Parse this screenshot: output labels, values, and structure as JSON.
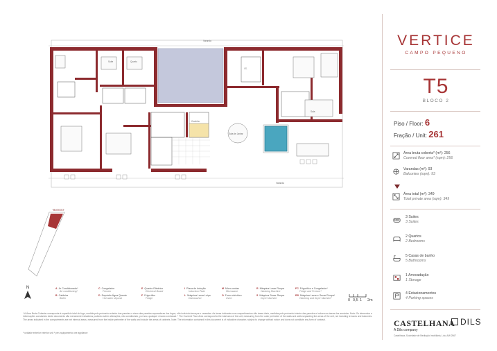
{
  "brand": {
    "name": "VERTICE",
    "subtitle": "CAMPO PEQUENO"
  },
  "typology": {
    "type": "T5",
    "block": "BLOCO 2"
  },
  "unit": {
    "floor_label": "Piso / Floor:",
    "floor": "6",
    "unit_label": "Fração / Unit:",
    "unit": "261"
  },
  "areas": [
    {
      "icon": "covered-area-icon",
      "line1": "Área bruta coberta* (m²): 256",
      "line2": "Covered floor area* (sqm): 256"
    },
    {
      "icon": "balcony-icon",
      "line1": "Varandas (m²): 93",
      "line2": "Balconies (sqm): 93"
    },
    {
      "icon": "total-area-icon",
      "line1": "Área total (m²): 349",
      "line2": "Total private area (sqm): 349"
    }
  ],
  "features": [
    {
      "icon": "suite-bed-icon",
      "line1": "3 Suites",
      "line2": "3 Suites"
    },
    {
      "icon": "bedroom-icon",
      "line1": "2 Quartos",
      "line2": "2 Bedrooms"
    },
    {
      "icon": "bathroom-icon",
      "line1": "5 Casas de banho",
      "line2": "5 Bathrooms"
    },
    {
      "icon": "storage-icon",
      "line1": "1 Arrecadação",
      "line2": "1 Storage"
    },
    {
      "icon": "parking-icon",
      "line1": "4 Estacionamentos",
      "line2": "4 Parking spaces"
    }
  ],
  "developer": {
    "name": "CASTELHANA",
    "tagline": "A Dils company",
    "partner": "DILS",
    "small": "Castelhana, Sociedade de Mediação Imobiliária, Lda. AMI 2567"
  },
  "keyplan": {
    "label": "BLOCO 2"
  },
  "plan_labels": {
    "terrace_top": "Varanda",
    "terrace_bottom": "Varanda",
    "bedroom": "Quarto",
    "suite": "Suite",
    "living": "Sala",
    "dining": "Sala de Jantar",
    "kitchen": "Cozinha",
    "bathroom": "I.S."
  },
  "legend": [
    {
      "code": "A",
      "pt": "Ar Condicionado*",
      "en": "Air conditioning*"
    },
    {
      "code": "B",
      "pt": "Caldeira",
      "en": "Boiler"
    },
    {
      "code": "C",
      "pt": "Congelador",
      "en": "Freezer"
    },
    {
      "code": "D",
      "pt": "Depósito Água Quente",
      "en": "Hot water deposit"
    },
    {
      "code": "E",
      "pt": "Quadro Eléctrico",
      "en": "Electrical Board"
    },
    {
      "code": "F",
      "pt": "Frigorífico",
      "en": "Fridge"
    },
    {
      "code": "I",
      "pt": "Placa de Indução",
      "en": "Induction Plate"
    },
    {
      "code": "L",
      "pt": "Máquina Lavar Loiça",
      "en": "Dishwasher"
    },
    {
      "code": "M",
      "pt": "Micro-ondas",
      "en": "Microwave"
    },
    {
      "code": "O",
      "pt": "Forno eléctrico",
      "en": "Oven"
    },
    {
      "code": "R",
      "pt": "Máquina Lavar Roupa",
      "en": "Washing Machine"
    },
    {
      "code": "S",
      "pt": "Máquina Secar Roupa",
      "en": "Dryer Machine"
    },
    {
      "code": "FC",
      "pt": "Frigorífico e Congelador*",
      "en": "Fridge and Freezer*"
    },
    {
      "code": "RS",
      "pt": "Máquina Lavar e Secar Roupa*",
      "en": "Washing and Dryer Machine*"
    }
  ],
  "north": "N",
  "scale": {
    "labels": [
      "0",
      "0,5",
      "1",
      "2m"
    ]
  },
  "disclaimer": "* A Área Bruta Coberta corresponde à superfície total do fogo, medida pelo perímetro exterior das paredes e eixos das paredes separadoras dos fogos, não incluindo terraços e varandas. As áreas indicadas nos compartimentos são áreas úteis, medidas pelo perímetro interior das paredes e incluem as áreas dos armários. Nota: Os elementos e informações constantes deste documento são meramente indicativos podendo sofrer alterações, não constituindo, por isso, qualquer vínculo contratual. * The Covered Floor Area correspond to the total area of the unit, measuring from the outer perimeter of the walls and walls separating the areas of the unit, not including terraces and balconies. The areas indicated in the compartments are net internal areas, measured from the inside perimeter of the walls and include the areas of cabinets. Note: The information contained in this document is of indicative character, subject to change without notice and does not constitute any form of contract.",
  "footnotes": "* unidade exterior  exterior unit     * pre-equipamento  one appliance",
  "colors": {
    "accent": "#a73536",
    "pool": "#4aa6bf",
    "void": "#c4c8dc",
    "wall": "#8c2a2e"
  }
}
